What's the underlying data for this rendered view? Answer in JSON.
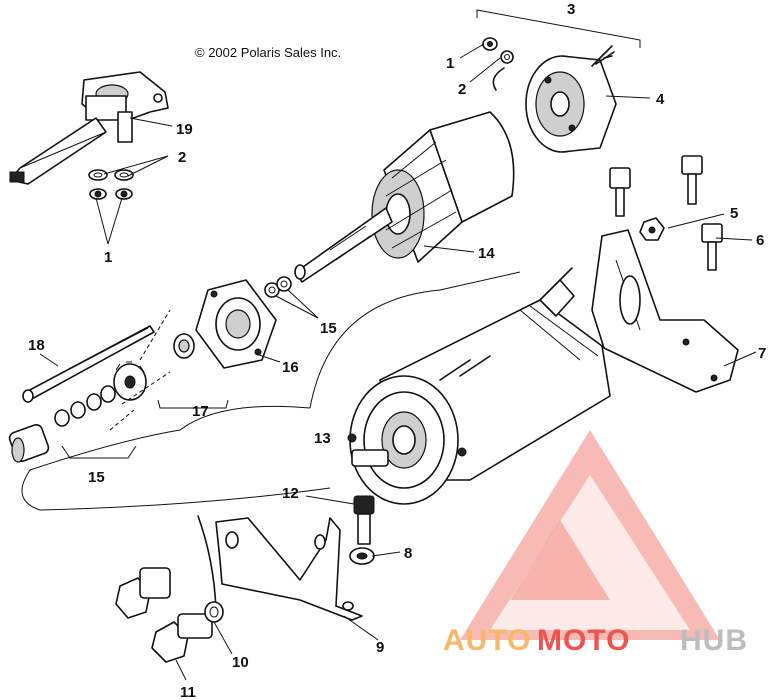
{
  "copyright": "© 2002 Polaris Sales Inc.",
  "watermark": {
    "part1": "AUTO",
    "part2": "MOTO",
    "part3": "HUB",
    "colors": {
      "auto": "#f7b86a",
      "moto": "#ef5350",
      "hub": "#bdbdbd"
    }
  },
  "callouts": {
    "c1a": "1",
    "c2a": "2",
    "c3": "3",
    "c4": "4",
    "c5": "5",
    "c6": "6",
    "c7": "7",
    "c8": "8",
    "c9": "9",
    "c10": "10",
    "c11": "11",
    "c12": "12",
    "c13": "13",
    "c14": "14",
    "c15a": "15",
    "c15b": "15",
    "c16": "16",
    "c17": "17",
    "c18": "18",
    "c19": "19",
    "c2b": "2",
    "c1b": "1"
  }
}
